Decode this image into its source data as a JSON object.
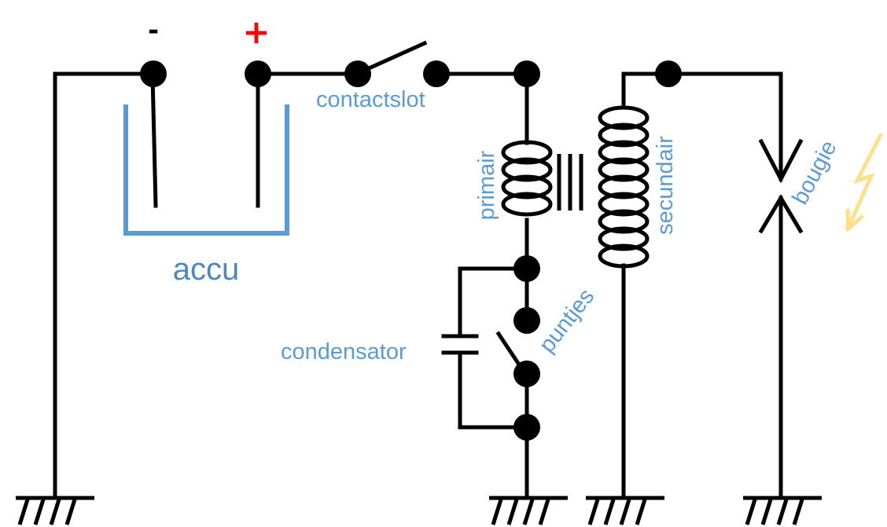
{
  "labels": {
    "battery": "accu",
    "minus": "-",
    "plus": "+",
    "ignition_switch": "contactslot",
    "primary_coil": "primair",
    "secondary_coil": "secundair",
    "capacitor": "condensator",
    "points": "puntjes",
    "spark_plug": "bougie"
  },
  "colors": {
    "wire": "#000000",
    "label": "#5b9bd5",
    "battery_container": "#5b9bd5",
    "plus_sign": "#ff0000",
    "spark": "#ffe08a"
  },
  "icons": {
    "spark": "lightning-bolt-icon",
    "ground": "ground-icon"
  }
}
